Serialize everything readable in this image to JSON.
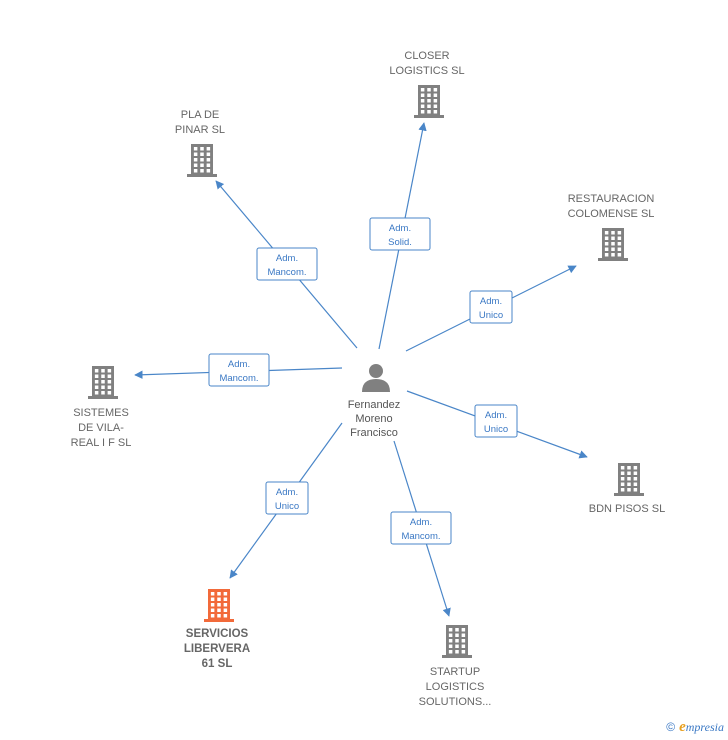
{
  "center": {
    "name_lines": [
      "Fernandez",
      "Moreno",
      "Francisco"
    ]
  },
  "companies": [
    {
      "id": "closer",
      "lines": [
        "CLOSER",
        "LOGISTICS  SL"
      ],
      "highlight": false
    },
    {
      "id": "pla",
      "lines": [
        "PLA DE",
        "PINAR SL"
      ],
      "highlight": false
    },
    {
      "id": "restauracion",
      "lines": [
        "RESTAURACION",
        "COLOMENSE SL"
      ],
      "highlight": false
    },
    {
      "id": "sistemes",
      "lines": [
        "SISTEMES",
        "DE VILA-",
        "REAL I F  SL"
      ],
      "highlight": false
    },
    {
      "id": "bdn",
      "lines": [
        "BDN PISOS SL"
      ],
      "highlight": false
    },
    {
      "id": "servicios",
      "lines": [
        "SERVICIOS",
        "LIBERVERA",
        "61  SL"
      ],
      "highlight": true
    },
    {
      "id": "startup",
      "lines": [
        "STARTUP",
        "LOGISTICS",
        "SOLUTIONS..."
      ],
      "highlight": false
    }
  ],
  "relations": [
    {
      "target": "closer",
      "lines": [
        "Adm.",
        "Solid."
      ]
    },
    {
      "target": "pla",
      "lines": [
        "Adm.",
        "Mancom."
      ]
    },
    {
      "target": "restauracion",
      "lines": [
        "Adm.",
        "Unico"
      ]
    },
    {
      "target": "sistemes",
      "lines": [
        "Adm.",
        "Mancom."
      ]
    },
    {
      "target": "bdn",
      "lines": [
        "Adm.",
        "Unico"
      ]
    },
    {
      "target": "servicios",
      "lines": [
        "Adm.",
        "Unico"
      ]
    },
    {
      "target": "startup",
      "lines": [
        "Adm.",
        "Mancom."
      ]
    }
  ],
  "colors": {
    "edge": "#4a86c8",
    "building": "#808080",
    "highlight_building": "#f26a3a",
    "person": "#808080"
  },
  "icons": {
    "company": "building-icon",
    "person": "person-icon"
  },
  "footer": {
    "copyright": "©",
    "brand_first": "e",
    "brand_rest": "mpresia"
  }
}
